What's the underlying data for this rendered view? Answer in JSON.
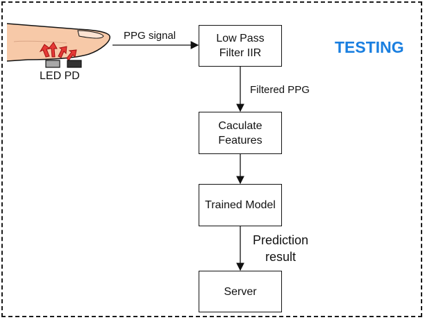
{
  "title": "TESTING",
  "sensor": {
    "label": "LED PD"
  },
  "nodes": {
    "lpf": "Low Pass\nFilter IIR",
    "features": "Caculate\nFeatures",
    "model": "Trained Model",
    "server": "Server"
  },
  "edges": {
    "ppg_signal": "PPG signal",
    "filtered_ppg": "Filtered PPG",
    "prediction": "Prediction\nresult"
  },
  "colors": {
    "title": "#1a7fe0",
    "finger": "#f7c9a8",
    "led_glow": "#e53935",
    "led": "#a8a8a8",
    "pd": "#333333"
  },
  "icons": [
    "finger-icon",
    "led-icon",
    "photodiode-icon",
    "light-ray-icon"
  ]
}
